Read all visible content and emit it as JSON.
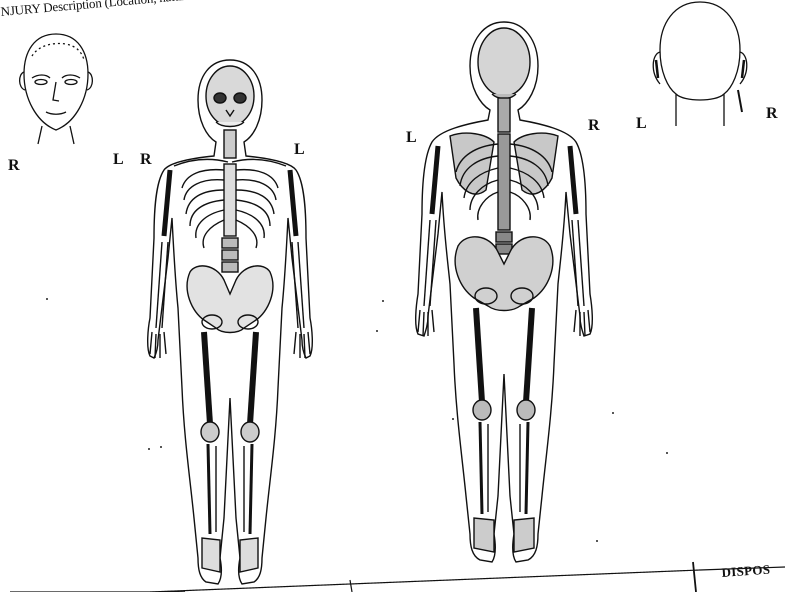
{
  "form": {
    "header": "NJURY Description (Location, nature and size",
    "disposition_label": "DISPOS"
  },
  "orientation_labels": {
    "face_right": "R",
    "front_left": "L",
    "front_right": "R",
    "front_left_shoulder": "L",
    "back_left": "L",
    "back_right": "R",
    "head_back_left": "L",
    "head_back_right": "R"
  },
  "diagrams": {
    "face_front": "face-front-diagram",
    "skeleton_front": "skeleton-front-diagram",
    "skeleton_back": "skeleton-back-diagram",
    "head_back": "head-back-diagram"
  },
  "colors": {
    "ink": "#111111",
    "paper": "#ffffff"
  }
}
